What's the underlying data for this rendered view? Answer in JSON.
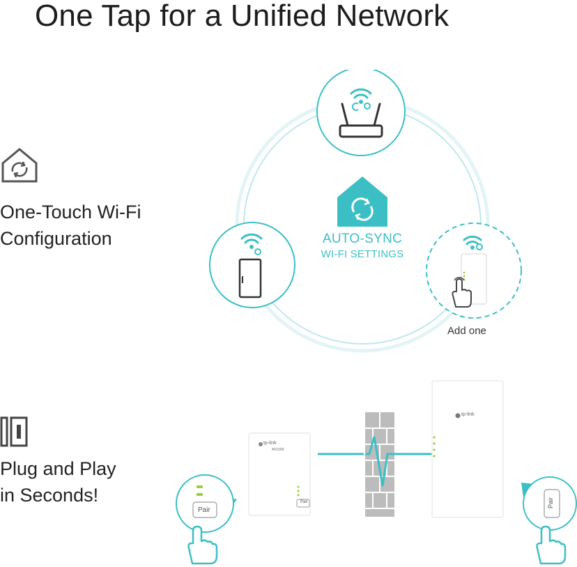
{
  "header": {
    "title": "One Tap for a Unified Network"
  },
  "features": [
    {
      "icon": "home-sync-icon",
      "line1": "One-Touch Wi-Fi",
      "line2": "Configuration"
    },
    {
      "icon": "powerline-adapter-icon",
      "line1": "Plug and Play",
      "line2": "in Seconds!"
    }
  ],
  "diagram": {
    "center_line1": "AUTO-SYNC",
    "center_line2": "WI-FI SETTINGS",
    "add_label": "Add one"
  },
  "devices": {
    "brand": "tp-link",
    "model": "AV1000",
    "pair_label": "Pair"
  },
  "colors": {
    "accent": "#3bbfc5",
    "dark": "#333333",
    "light_ring": "#dff3f4"
  }
}
